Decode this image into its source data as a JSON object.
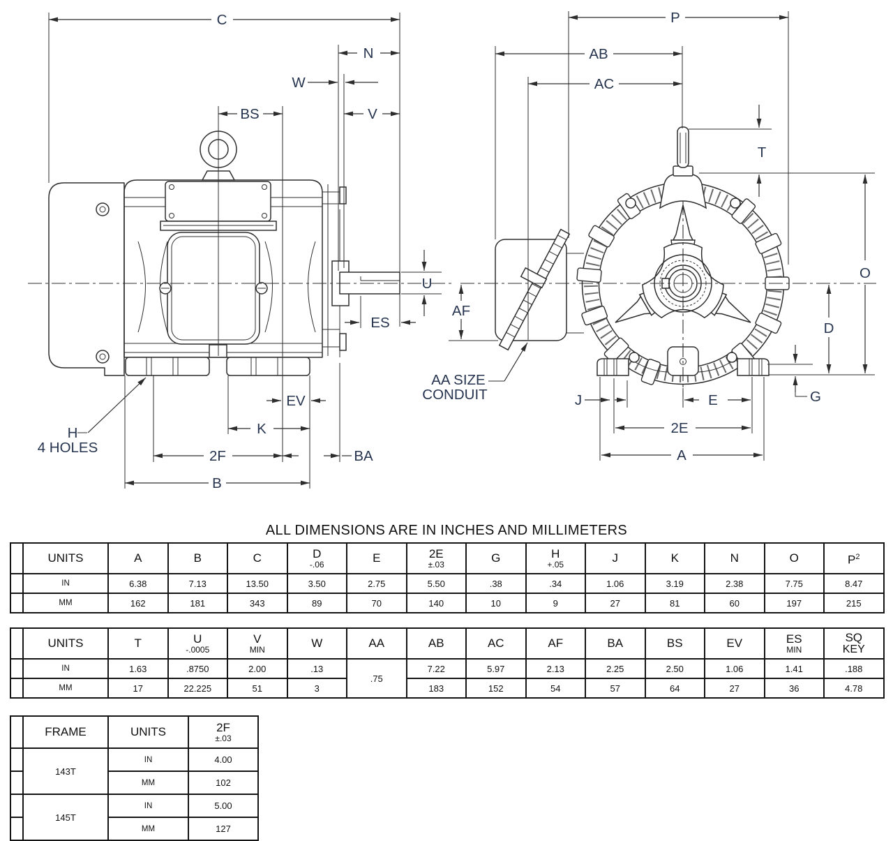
{
  "note": "ALL DIMENSIONS ARE IN INCHES AND MILLIMETERS",
  "diagram": {
    "side": {
      "C": "C",
      "N": "N",
      "W": "W",
      "BS": "BS",
      "V": "V",
      "U": "U",
      "ES": "ES",
      "EV": "EV",
      "K": "K",
      "F2": "2F",
      "BA": "BA",
      "B": "B",
      "H": "H",
      "HOLES": "4 HOLES"
    },
    "end": {
      "P": "P",
      "AB": "AB",
      "AC": "AC",
      "T": "T",
      "O": "O",
      "D": "D",
      "AF": "AF",
      "AA1": "AA SIZE",
      "AA2": "CONDUIT",
      "J": "J",
      "E": "E",
      "E2": "2E",
      "A": "A",
      "G": "G"
    }
  },
  "tables": {
    "main1": {
      "units_header": "UNITS",
      "columns": [
        {
          "label": "A"
        },
        {
          "label": "B"
        },
        {
          "label": "C"
        },
        {
          "label": "D",
          "sub": "-.06"
        },
        {
          "label": "E"
        },
        {
          "label": "2E",
          "sub": "±.03"
        },
        {
          "label": "G"
        },
        {
          "label": "H",
          "sub": "+.05"
        },
        {
          "label": "J"
        },
        {
          "label": "K"
        },
        {
          "label": "N"
        },
        {
          "label": "O"
        },
        {
          "label": "P",
          "sup": "2"
        }
      ],
      "rows": [
        {
          "unit": "IN",
          "values": [
            "6.38",
            "7.13",
            "13.50",
            "3.50",
            "2.75",
            "5.50",
            ".38",
            ".34",
            "1.06",
            "3.19",
            "2.38",
            "7.75",
            "8.47"
          ]
        },
        {
          "unit": "MM",
          "values": [
            "162",
            "181",
            "343",
            "89",
            "70",
            "140",
            "10",
            "9",
            "27",
            "81",
            "60",
            "197",
            "215"
          ]
        }
      ]
    },
    "main2": {
      "units_header": "UNITS",
      "columns": [
        {
          "label": "T"
        },
        {
          "label": "U",
          "sub": "-.0005"
        },
        {
          "label": "V",
          "sub": "MIN"
        },
        {
          "label": "W"
        },
        {
          "label": "AA"
        },
        {
          "label": "AB"
        },
        {
          "label": "AC"
        },
        {
          "label": "AF"
        },
        {
          "label": "BA"
        },
        {
          "label": "BS"
        },
        {
          "label": "EV"
        },
        {
          "label": "ES",
          "sub": "MIN"
        },
        {
          "label": "SQ",
          "sub": "KEY",
          "big_sub": true
        }
      ],
      "rows": [
        {
          "unit": "IN",
          "values": [
            "1.63",
            ".8750",
            "2.00",
            ".13",
            {
              "v": ".75",
              "rowspan": 2
            },
            "7.22",
            "5.97",
            "2.13",
            "2.25",
            "2.50",
            "1.06",
            "1.41",
            ".188"
          ]
        },
        {
          "unit": "MM",
          "values": [
            "17",
            "22.225",
            "51",
            "3",
            null,
            "183",
            "152",
            "54",
            "57",
            "64",
            "27",
            "36",
            "4.78"
          ]
        }
      ]
    },
    "frame": {
      "headers": {
        "frame": "FRAME",
        "units": "UNITS",
        "dim": "2F",
        "dim_sub": "±.03"
      },
      "groups": [
        {
          "frame": "143T",
          "rows": [
            {
              "unit": "IN",
              "value": "4.00"
            },
            {
              "unit": "MM",
              "value": "102"
            }
          ]
        },
        {
          "frame": "145T",
          "rows": [
            {
              "unit": "IN",
              "value": "5.00"
            },
            {
              "unit": "MM",
              "value": "127"
            }
          ]
        }
      ]
    }
  }
}
